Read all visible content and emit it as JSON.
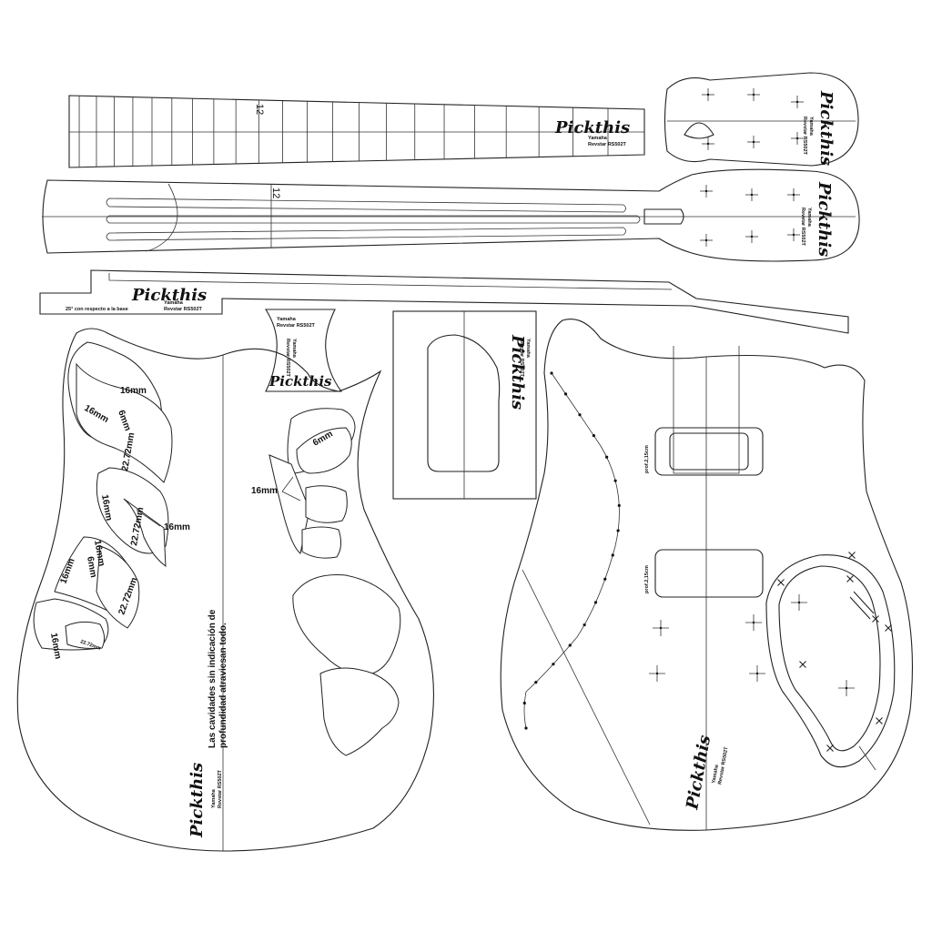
{
  "branding": {
    "logo_text": "Pickthis",
    "model_line1": "Yamaha",
    "model_line2": "Revstar RS502T"
  },
  "fretboard": {
    "fret_12_label": "12"
  },
  "neck": {
    "fret_12_label": "12"
  },
  "angle_strip": {
    "note": "25° con respecto a la base"
  },
  "front_template": {
    "note_line1": "Las cavidades sin indicación de",
    "note_line2": "profundidad atraviesan todo.",
    "depths": {
      "d1": "16mm",
      "d2": "16mm",
      "d3": "6mm",
      "d4": "22.72mm",
      "d5": "16mm",
      "d6": "22.72mm",
      "d7": "16mm",
      "d8": "16mm",
      "d9": "6mm",
      "d10": "16mm",
      "d11": "22.72mm",
      "d12": "16mm",
      "d13": "22.72mm"
    },
    "right_depths": {
      "r1": "6mm",
      "r2": "16mm"
    }
  },
  "back_template": {
    "pickup_depth_1": "prof.2,15cm",
    "pickup_depth_2": "prof.2,15cm"
  }
}
